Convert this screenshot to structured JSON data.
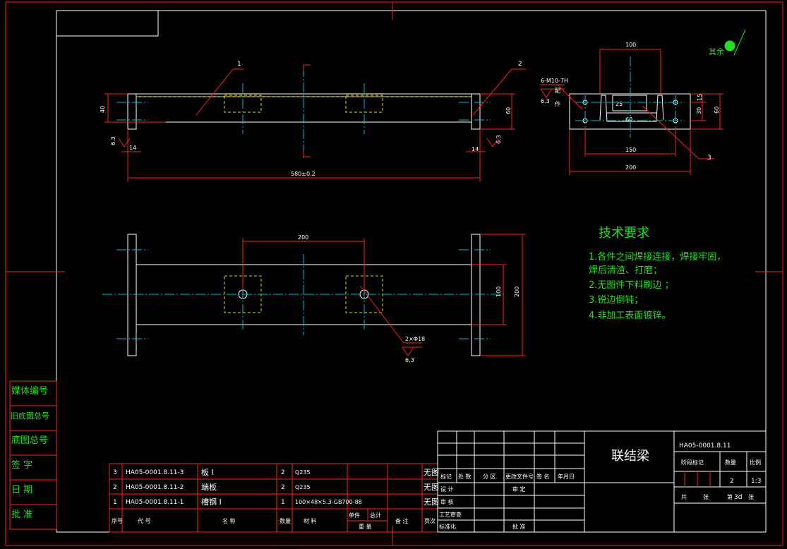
{
  "colors": {
    "background": "#000000",
    "frame": "#ffffff",
    "dimension": "#ff2020",
    "text": "#22e022",
    "centerline": "#00bcd4",
    "hidden": "#e8d820"
  },
  "front_view": {
    "balloon_1": "1",
    "balloon_2": "2",
    "dim_height_left": "40",
    "dim_height_right": "60",
    "dim_flange_left": "14",
    "dim_flange_right": "14",
    "rough_left": "6.3",
    "rough_right": "6.3",
    "dim_length": "580±0.2"
  },
  "side_view": {
    "dim_top": "100",
    "dim_150": "150",
    "dim_200": "200",
    "dim_25": "25",
    "dim_60_inner": "60",
    "dim_15": "15",
    "dim_30": "30",
    "dim_60": "60",
    "callout": "6-M10-7H",
    "callout_mark": "配",
    "callout_mark2": "作",
    "rough": "6.3",
    "balloon_3": "3"
  },
  "plan_view": {
    "dim_200_top": "200",
    "dim_100": "100",
    "dim_200_side": "200",
    "hole_callout": "2×Φ18",
    "rough": "6.3"
  },
  "surface_note": "其余",
  "tech_requirements": {
    "title": "技术要求",
    "items": [
      "1.各件之间焊接连接，焊接牢固，",
      "  焊后清渣、打磨；",
      "2.无图件下料刷边   ；",
      "3.锐边倒钝；",
      "4.非加工表面镀锌。"
    ]
  },
  "side_stamps": [
    "媒体编号",
    "旧底图总号",
    "底图总号",
    "签  字",
    "日  期",
    "批  准"
  ],
  "bom": {
    "rows": [
      {
        "no": "3",
        "code": "HA05-0001.8.11-3",
        "name": "板 I",
        "qty": "2",
        "material": "Q235",
        "remark": "无图"
      },
      {
        "no": "2",
        "code": "HA05-0001.8.11-2",
        "name": "端板",
        "qty": "2",
        "material": "Q235",
        "remark": "无图"
      },
      {
        "no": "1",
        "code": "HA05-0001.8.11-1",
        "name": "槽钢 I",
        "qty": "1",
        "material": "100×48×5.3-GB700-88",
        "remark": "无图"
      }
    ],
    "headers": {
      "no": "序号",
      "code": "代     号",
      "name": "名     称",
      "qty": "数量",
      "material": "材     料",
      "unit_weight": "单件",
      "total_weight": "总计",
      "weight": "重 量",
      "remark": "备 注",
      "page": "页次"
    }
  },
  "title_block": {
    "title": "联结梁",
    "drawing_number": "HA05-0001.8.11",
    "rev_headers": [
      "标记",
      "处 数",
      "分 区",
      "更改文件号",
      "签 名",
      "年月日"
    ],
    "row_design": "设 计",
    "row_review": "审 核",
    "row_process": "工艺审查",
    "row_standard": "标准化",
    "std_label": "标准化",
    "approve": "批 准",
    "check": "审 定",
    "stage_label": "阶段标记",
    "quantity_label": "数量",
    "scale_label": "比例",
    "quantity": "2",
    "scale": "1:3",
    "total_label": "共",
    "sheet_label": "张",
    "sheet_prefix": "第",
    "sheet_value": "3d",
    "sheet_suffix": "张"
  }
}
